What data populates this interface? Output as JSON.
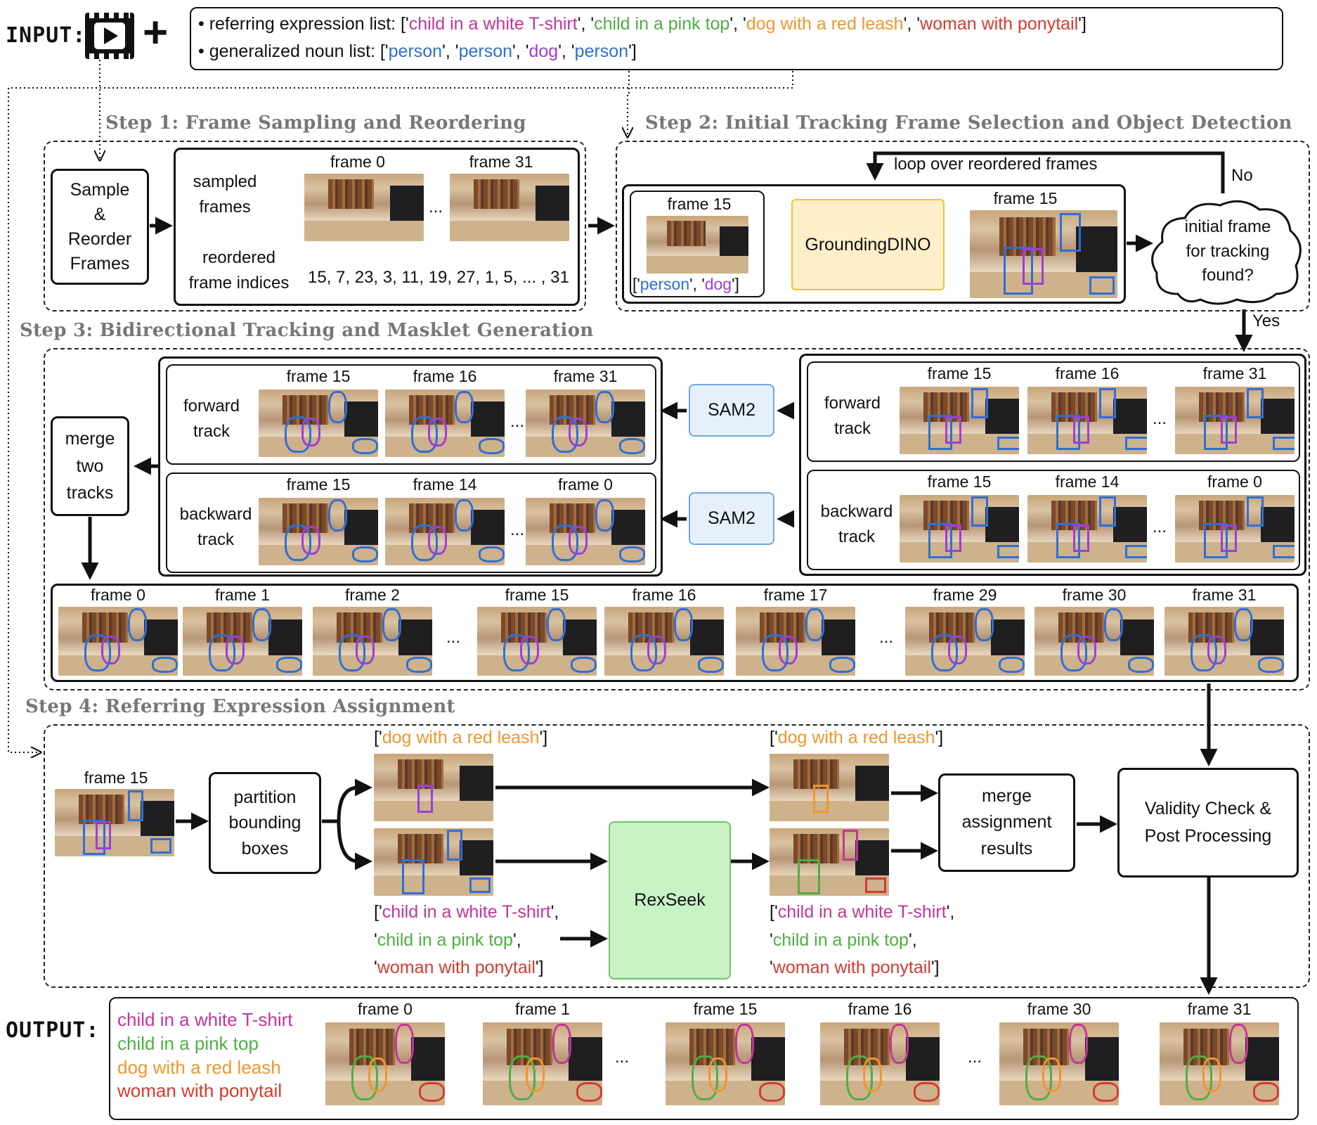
{
  "colors": {
    "magenta": "#c2359b",
    "green": "#4fae44",
    "orange": "#f0962e",
    "red": "#d63a2f",
    "blue": "#2f6fd6",
    "purple": "#9b3fd8",
    "step_title": "#777777",
    "gdino_fill": "#fdefc9",
    "gdino_border": "#f1c232",
    "sam_fill": "#e6f0fb",
    "sam_border": "#6fa8dc",
    "rexseek_fill": "#c9f2c4",
    "rexseek_border": "#6cc565"
  },
  "input": {
    "label": "INPUT:",
    "plus": "+",
    "ref_prefix": "• referring expression list: [",
    "noun_prefix": "• generalized noun list: [",
    "referring_expressions": [
      "child in a white T-shirt",
      "child in a pink top",
      "dog with a red leash",
      "woman with ponytail"
    ],
    "generalized_nouns": [
      "person",
      "person",
      "dog",
      "person"
    ]
  },
  "step1": {
    "title": "Step 1: Frame Sampling and Reordering",
    "box_label": "Sample\n&\nReorder\nFrames",
    "sampled_label": "sampled\nframes",
    "frame_a": "frame 0",
    "frame_b": "frame 31",
    "reordered_label": "reordered\nframe indices",
    "indices": "15, 7, 23, 3, 11, 19, 27, 1, 5, ... , 31",
    "ellipsis": "..."
  },
  "step2": {
    "title": "Step 2: Initial Tracking Frame Selection and Object Detection",
    "loop_label": "loop over reordered frames",
    "no": "No",
    "yes": "Yes",
    "frame_in": "frame 15",
    "nouns": [
      "person",
      "dog"
    ],
    "model": "GroundingDINO",
    "frame_out": "frame 15",
    "decision": "initial frame\nfor tracking\nfound?"
  },
  "step3": {
    "title": "Step 3: Bidirectional Tracking and Masklet Generation",
    "merge_label": "merge\ntwo\ntracks",
    "sam": "SAM2",
    "forward": "forward\ntrack",
    "backward": "backward\ntrack",
    "forward_frames": [
      "frame 15",
      "frame 16",
      "frame 31"
    ],
    "backward_frames": [
      "frame 15",
      "frame 14",
      "frame 0"
    ],
    "merged_frames": [
      "frame 0",
      "frame 1",
      "frame 2",
      "frame 15",
      "frame 16",
      "frame 17",
      "frame 29",
      "frame 30",
      "frame 31"
    ],
    "ellipsis": "..."
  },
  "step4": {
    "title": "Step 4: Referring Expression Assignment",
    "frame": "frame 15",
    "partition": "partition\nbounding\nboxes",
    "dog_expr": "dog with a red leash",
    "person_exprs": [
      "child in a white T-shirt",
      "child in a pink top",
      "woman with ponytail"
    ],
    "model": "RexSeek",
    "merge": "merge\nassignment\nresults",
    "validity": "Validity Check &\nPost Processing"
  },
  "output": {
    "label": "OUTPUT:",
    "legend": [
      "child in a white T-shirt",
      "child in a pink top",
      "dog with a red leash",
      "woman with ponytail"
    ],
    "frames": [
      "frame 0",
      "frame 1",
      "frame 15",
      "frame 16",
      "frame 30",
      "frame 31"
    ],
    "ellipsis": "..."
  }
}
